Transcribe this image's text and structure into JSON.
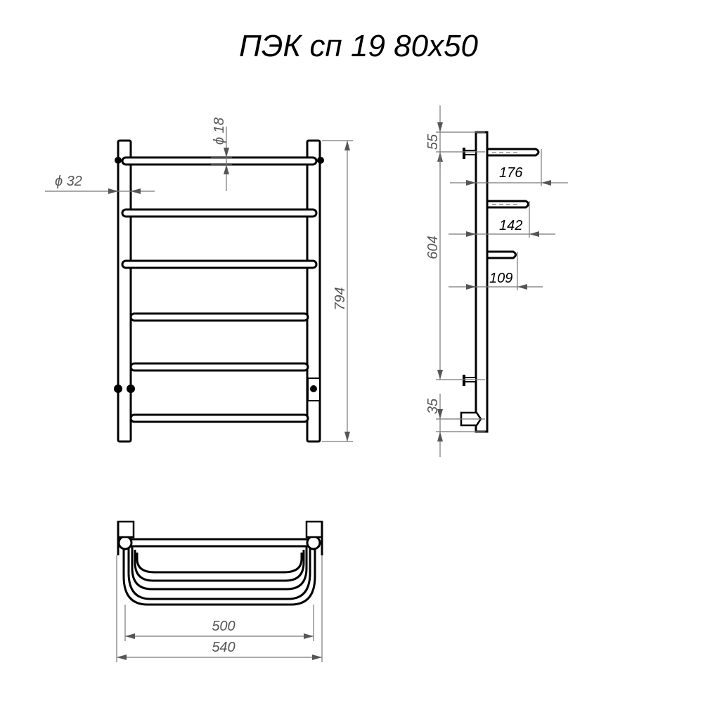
{
  "title": "ПЭК сп 19 80х50",
  "dimensions": {
    "tube_diameter_rung": "ϕ 18",
    "tube_diameter_post": "ϕ 32",
    "overall_height": "794",
    "top_offset": "55",
    "center_distance": "604",
    "bottom_offset": "35",
    "depth_top": "176",
    "depth_middle": "142",
    "depth_low": "109",
    "width_inner": "500",
    "width_outer": "540"
  },
  "colors": {
    "line": "#000000",
    "dimension_line": "#777777"
  }
}
